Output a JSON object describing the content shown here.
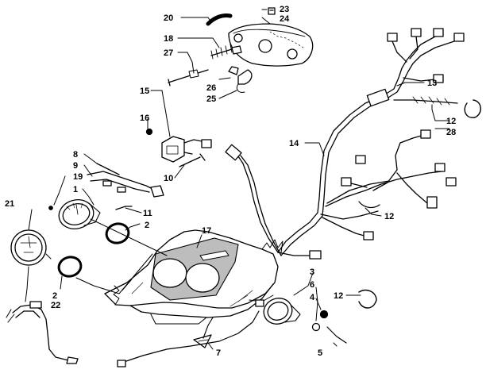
{
  "diagram": {
    "callouts": [
      "1",
      "2",
      "2",
      "3",
      "4",
      "5",
      "6",
      "7",
      "8",
      "9",
      "10",
      "11",
      "12",
      "12",
      "12",
      "13",
      "14",
      "15",
      "16",
      "17",
      "18",
      "19",
      "20",
      "21",
      "22",
      "23",
      "24",
      "25",
      "26",
      "27",
      "28"
    ]
  }
}
